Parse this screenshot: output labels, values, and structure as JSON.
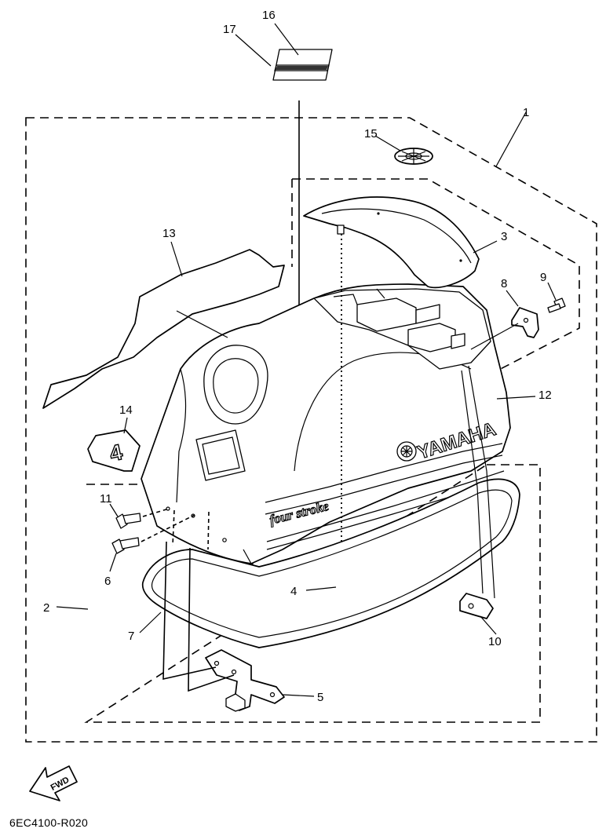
{
  "callouts": {
    "c1": "1",
    "c2": "2",
    "c3": "3",
    "c4": "4",
    "c5": "5",
    "c6": "6",
    "c7": "7",
    "c8": "8",
    "c9": "9",
    "c10": "10",
    "c11": "11",
    "c12": "12",
    "c13": "13",
    "c14": "14",
    "c15": "15",
    "c16": "16",
    "c17": "17"
  },
  "brand_text": "YAMAHA",
  "model_text": "four stroke",
  "decal_number": "4",
  "fwd_label": "FWD",
  "diagram_code": "6EC4100-R020"
}
